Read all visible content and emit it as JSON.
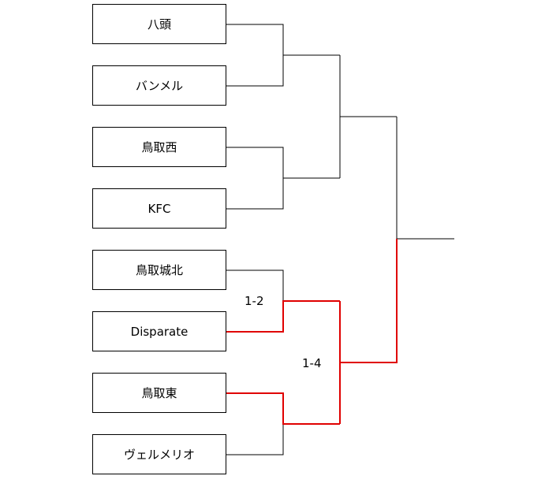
{
  "bracket": {
    "teams": [
      "八頭",
      "バンメル",
      "鳥取西",
      "KFC",
      "鳥取城北",
      "Disparate",
      "鳥取東",
      "ヴェルメリオ"
    ],
    "scores": {
      "qf3": "1-2",
      "sf2": "1-4"
    },
    "colors": {
      "line": "#000000",
      "winner_path": "#e00000"
    }
  }
}
